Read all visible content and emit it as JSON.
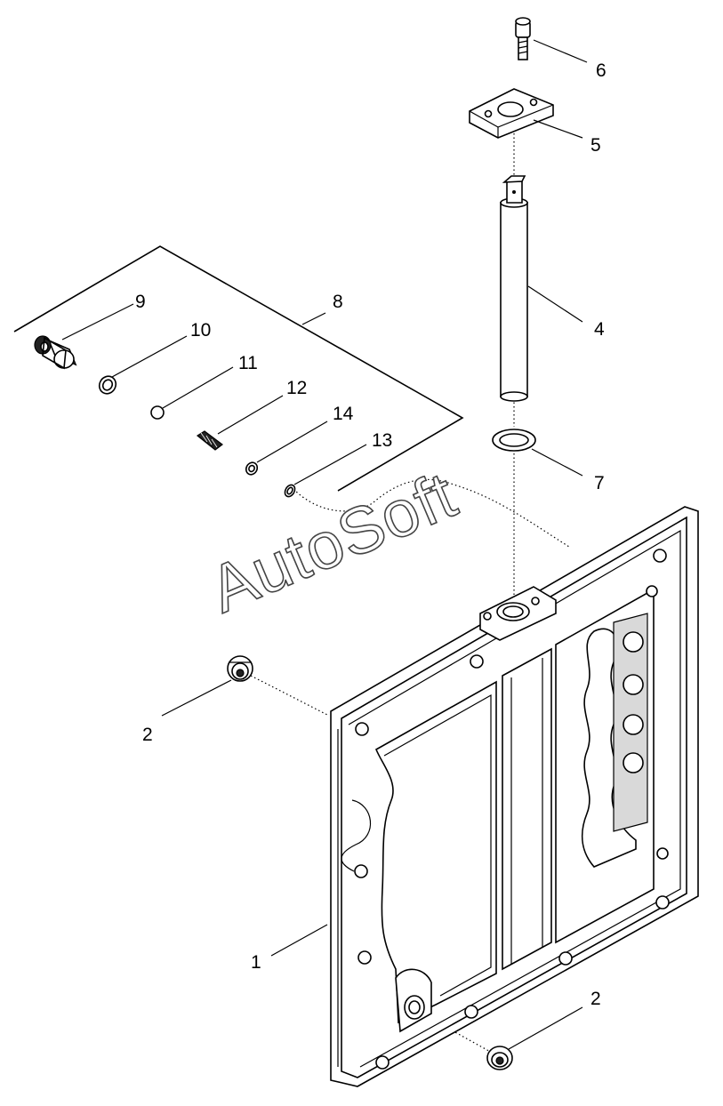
{
  "watermark": "AutoSoft",
  "callouts": [
    {
      "id": "c1",
      "text": "1"
    },
    {
      "id": "c2a",
      "text": "2"
    },
    {
      "id": "c2b",
      "text": "2"
    },
    {
      "id": "c4",
      "text": "4"
    },
    {
      "id": "c5",
      "text": "5"
    },
    {
      "id": "c6",
      "text": "6"
    },
    {
      "id": "c7",
      "text": "7"
    },
    {
      "id": "c8",
      "text": "8"
    },
    {
      "id": "c9",
      "text": "9"
    },
    {
      "id": "c10",
      "text": "10"
    },
    {
      "id": "c11",
      "text": "11"
    },
    {
      "id": "c12",
      "text": "12"
    },
    {
      "id": "c13",
      "text": "13"
    },
    {
      "id": "c14",
      "text": "14"
    }
  ]
}
